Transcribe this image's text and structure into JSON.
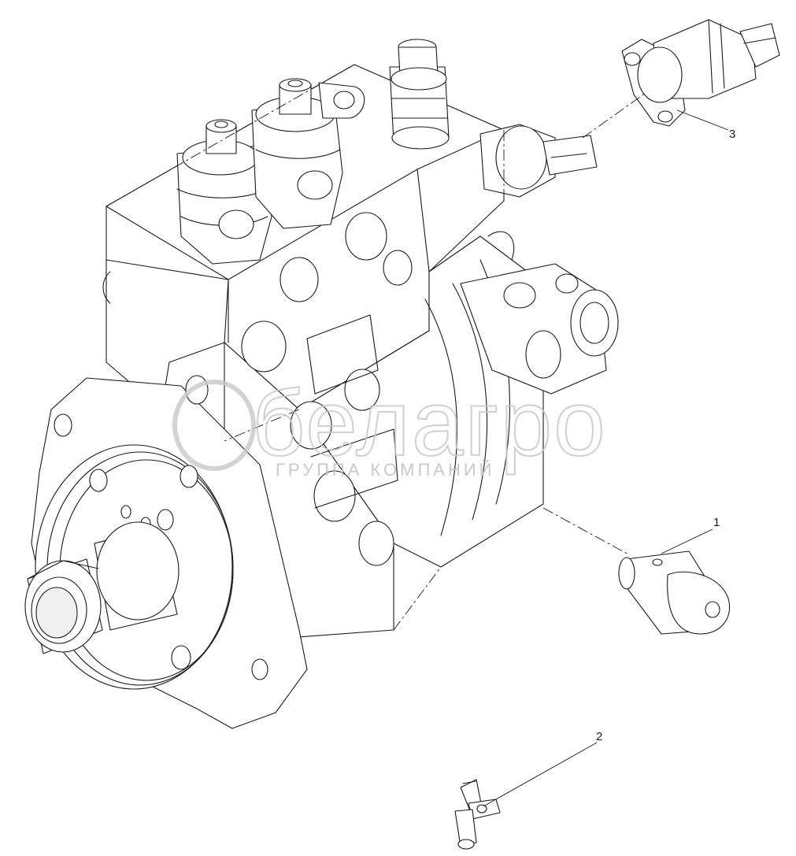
{
  "callouts": [
    {
      "id": "1",
      "label": "1"
    },
    {
      "id": "2",
      "label": "2"
    },
    {
      "id": "3",
      "label": "3"
    }
  ],
  "watermark": {
    "brand": "белагро",
    "tagline": "ГРУППА КОМПАНИЙ"
  },
  "colors": {
    "line": "#1a1a1a",
    "watermark": "#c8c8c8",
    "background": "#ffffff"
  }
}
